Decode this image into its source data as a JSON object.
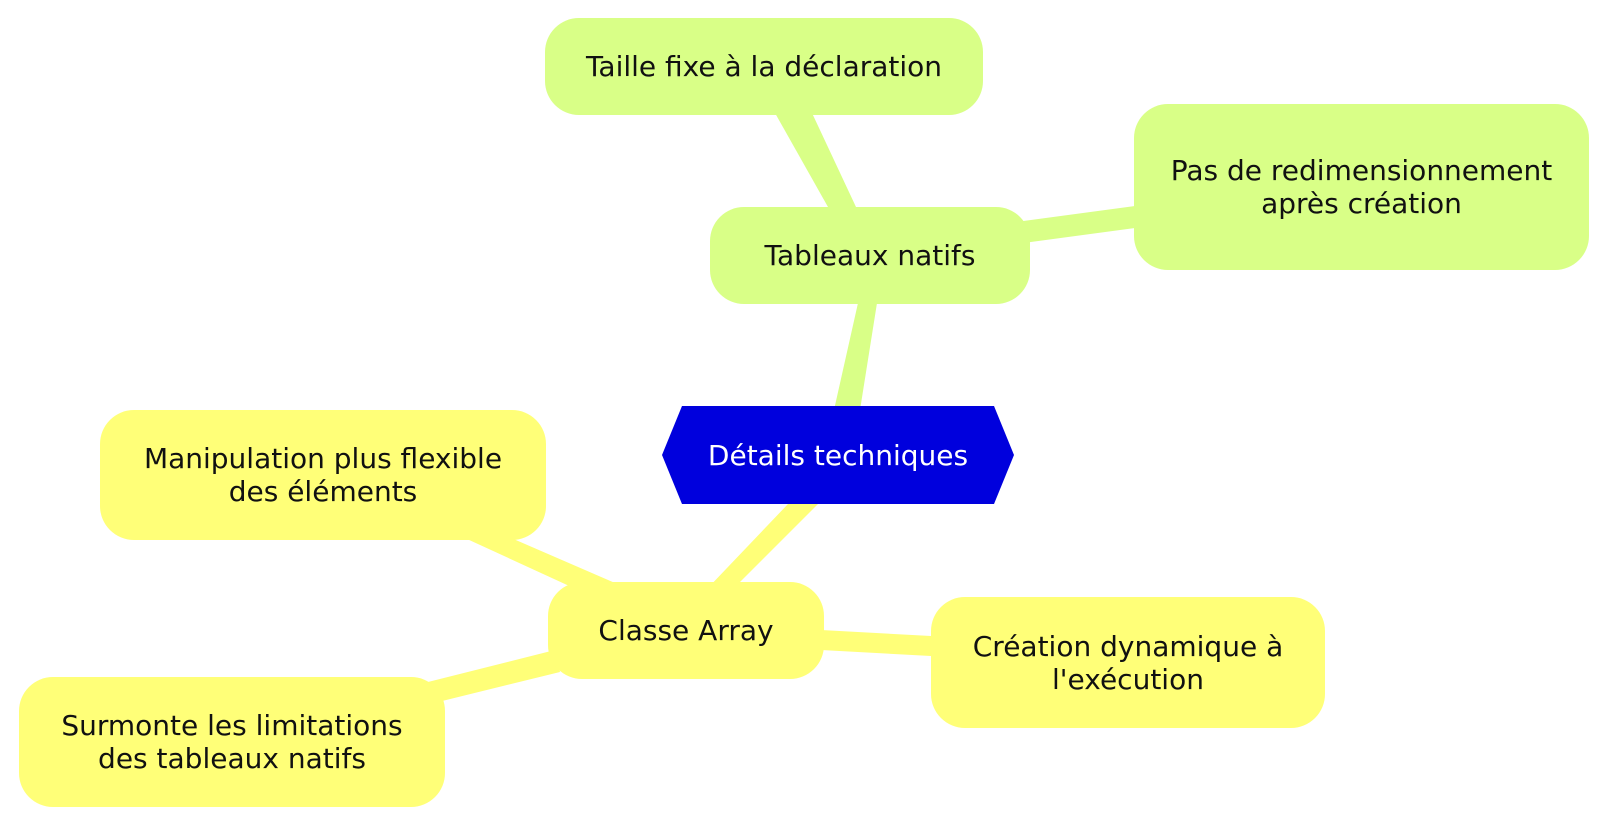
{
  "diagram": {
    "root": {
      "label": "Détails techniques",
      "color": "#0000dd"
    },
    "branches": [
      {
        "label": "Tableaux natifs",
        "color": "#d9ff87",
        "children": [
          {
            "label": "Taille fixe à la déclaration"
          },
          {
            "label": "Pas de redimensionnement après création"
          }
        ]
      },
      {
        "label": "Classe Array",
        "color": "#ffff78",
        "children": [
          {
            "label": "Manipulation plus flexible des éléments"
          },
          {
            "label": "Création dynamique à l'exécution"
          },
          {
            "label": "Surmonte les limitations des tableaux natifs"
          }
        ]
      }
    ]
  }
}
